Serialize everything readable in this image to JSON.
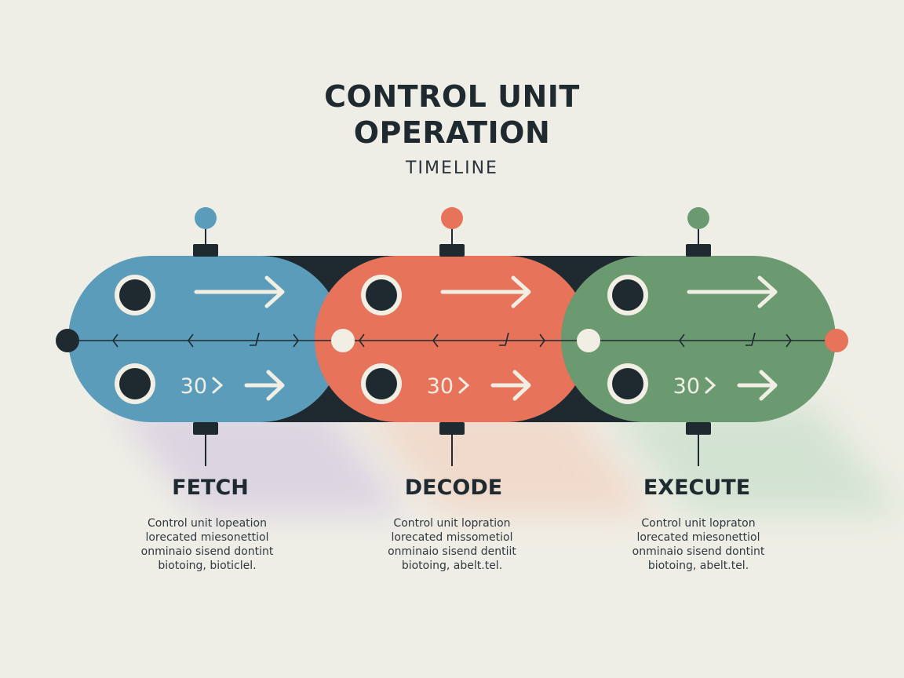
{
  "title_lines": [
    "CONTROL UNIT",
    "OPERATION"
  ],
  "subtitle": "TIMELINE",
  "colors": {
    "background": "#efeee6",
    "connector": "#1f2a30",
    "fetch": "#5b9cbb",
    "decode": "#e6735a",
    "execute": "#6b9a70",
    "arrow": "#f1eee4"
  },
  "stages": [
    {
      "label": "FETCH",
      "counter": "30",
      "color": "#5b9cbb",
      "pin_color": "#5b9cbb",
      "desc": [
        "Control unit lopeation",
        "lorecated miesonettiol",
        "onminaio sisend dontint",
        "biotoing, bioticlel."
      ]
    },
    {
      "label": "DECODE",
      "counter": "30",
      "color": "#e6735a",
      "pin_color": "#e6735a",
      "desc": [
        "Control unit lopration",
        "lorecated missometiol",
        "onminaio sisend dentiit",
        "biotoing, abelt.tel."
      ]
    },
    {
      "label": "EXECUTE",
      "counter": "30",
      "color": "#6b9a70",
      "pin_color": "#6b9a70",
      "desc": [
        "Control unit lopraton",
        "lorecated miesonettiol",
        "onminaio sisend dontint",
        "biotoing, abelt.tel."
      ]
    }
  ],
  "timeline_nodes": [
    {
      "color": "#1f2a30"
    },
    {
      "color": "#f1eee4"
    },
    {
      "color": "#f1eee4"
    },
    {
      "color": "#e6735a"
    }
  ]
}
